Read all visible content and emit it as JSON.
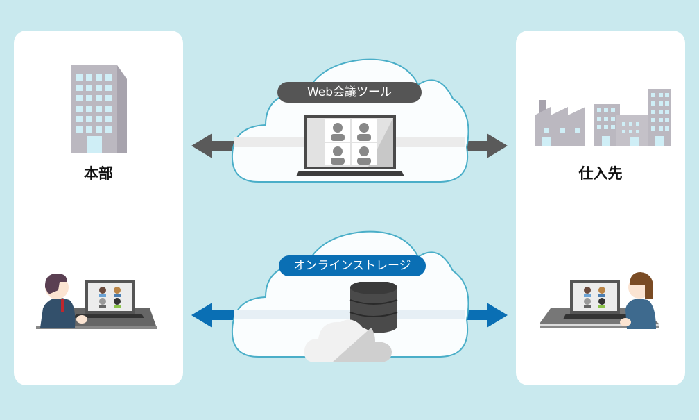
{
  "diagram": {
    "left_node": {
      "label": "本部",
      "icon": "office-building-icon",
      "person": "businessman-at-laptop-icon"
    },
    "right_node": {
      "label": "仕入先",
      "icon": "factory-and-buildings-icon",
      "person": "businesswoman-at-laptop-icon"
    },
    "connections": [
      {
        "label": "Web会議ツール",
        "icon": "laptop-video-conference-icon",
        "direction": "bidirectional",
        "color": "#5a5a5a"
      },
      {
        "label": "オンラインストレージ",
        "icon": "database-cloud-icon",
        "direction": "bidirectional",
        "color": "#0a6fb4"
      }
    ]
  },
  "colors": {
    "background": "#c9e9ee",
    "cloud_border": "#4aaec8",
    "building": "#b9b6bd",
    "window": "#cfeef6"
  }
}
